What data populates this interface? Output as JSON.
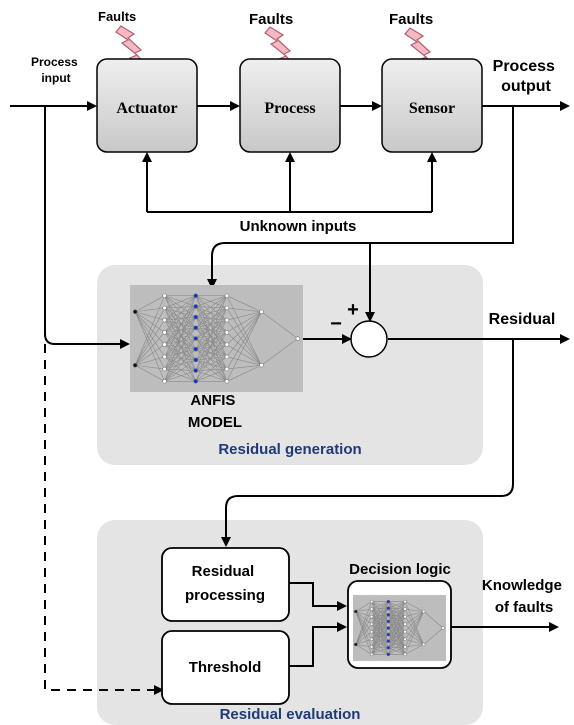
{
  "faults": {
    "label_1": "Faults",
    "label_2": "Faults",
    "label_3": "Faults"
  },
  "process_input": {
    "line1": "Process",
    "line2": "input"
  },
  "process_output": {
    "line1": "Process",
    "line2": "output"
  },
  "blocks": {
    "actuator": "Actuator",
    "process": "Process",
    "sensor": "Sensor"
  },
  "unknown_inputs": "Unknown inputs",
  "anfis": {
    "line1": "ANFIS",
    "line2": "MODEL"
  },
  "summing": {
    "minus": "−",
    "plus": "+"
  },
  "residual": "Residual",
  "residual_generation": "Residual generation",
  "residual_processing": {
    "line1": "Residual",
    "line2": "processing"
  },
  "threshold": "Threshold",
  "decision_logic": "Decision logic",
  "knowledge": {
    "line1": "Knowledge",
    "line2": "of faults"
  },
  "residual_evaluation": "Residual evaluation",
  "colors": {
    "panel_fill": "#e4e4e4",
    "block_fill": "#d9d9d9",
    "caption_blue": "#1f3a78",
    "bolt_fill": "#f6b9c3",
    "bolt_stroke": "#b0606e",
    "nn_bg": "#bdbdbd",
    "nn_blue_node": "#1a2fd6"
  }
}
